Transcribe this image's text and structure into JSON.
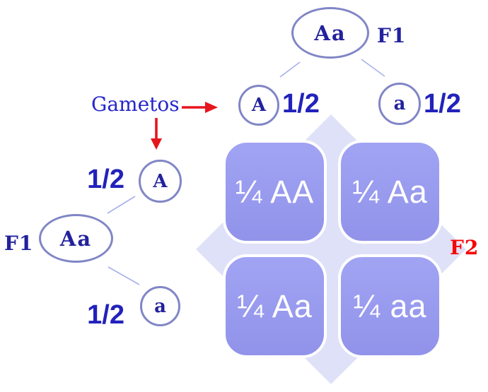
{
  "gametes_label": "Gametos",
  "top_cross": {
    "parent": {
      "genotype": "Aa",
      "generation_label": "F1"
    },
    "gametes": [
      {
        "allele": "A",
        "fraction": "1/2"
      },
      {
        "allele": "a",
        "fraction": "1/2"
      }
    ]
  },
  "left_cross": {
    "parent": {
      "genotype": "Aa",
      "generation_label": "F1"
    },
    "gametes": [
      {
        "allele": "A",
        "fraction": "1/2"
      },
      {
        "allele": "a",
        "fraction": "1/2"
      }
    ]
  },
  "punnett": {
    "generation_label": "F2",
    "cells": [
      {
        "value": "¼ AA"
      },
      {
        "value": "¼ Aa"
      },
      {
        "value": "¼ Aa"
      },
      {
        "value": "¼ aa"
      }
    ]
  },
  "colors": {
    "cell_fill": "#999af0",
    "diamond_fill": "#dfe1f8",
    "shape_stroke": "#8186c6",
    "connector_line": "#a9b1ea",
    "genotype_text": "#22229e",
    "fraction_text": "#2222bb",
    "gametos_text": "#2626cc",
    "arrow_red": "#e6161d",
    "f2_red": "#f80306",
    "cell_text": "#ffffff"
  }
}
